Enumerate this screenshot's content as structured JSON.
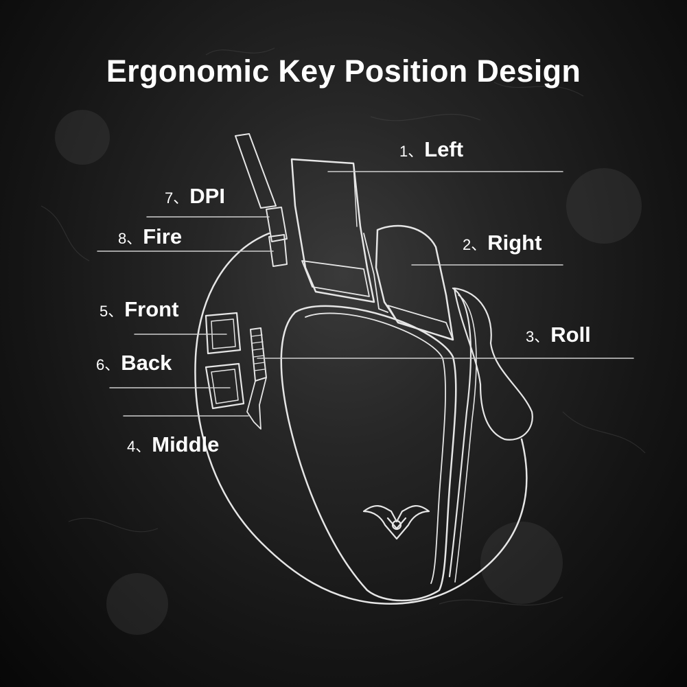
{
  "title": "Ergonomic Key Position Design",
  "labels": [
    {
      "id": "left",
      "number": "1、",
      "text": "Left"
    },
    {
      "id": "right",
      "number": "2、",
      "text": "Right"
    },
    {
      "id": "roll",
      "number": "3、",
      "text": "Roll"
    },
    {
      "id": "middle",
      "number": "4、",
      "text": "Middle"
    },
    {
      "id": "front",
      "number": "5、",
      "text": "Front"
    },
    {
      "id": "back",
      "number": "6、",
      "text": "Back"
    },
    {
      "id": "dpi",
      "number": "7、",
      "text": "DPI"
    },
    {
      "id": "fire",
      "number": "8、",
      "text": "Fire"
    }
  ],
  "colors": {
    "background": "#1c1c1c",
    "line": "#e6e6e6",
    "text": "#ffffff"
  },
  "icons": {
    "logo": "spider-logo-icon"
  }
}
